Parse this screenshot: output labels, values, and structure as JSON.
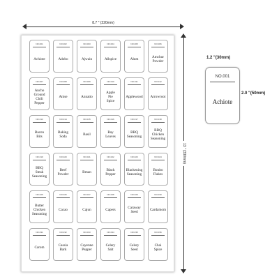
{
  "dimensions": {
    "sheet_width": "8.7 \" (220mm)",
    "sheet_height": "13 \" (330mm)",
    "label_width": "1.2 \"(30mm)",
    "label_height": "2.0 \"(50mm)"
  },
  "labels": [
    {
      "num": "NO.001",
      "name": "Achiote"
    },
    {
      "num": "NO.002",
      "name": "Adobo"
    },
    {
      "num": "NO.003",
      "name": "Ajwain"
    },
    {
      "num": "NO.004",
      "name": "Allspice"
    },
    {
      "num": "NO.005",
      "name": "Alum"
    },
    {
      "num": "NO.006",
      "name": "Amchur\nPowder"
    },
    {
      "num": "NO.007",
      "name": "Ancho\nGround\nChili\nPepper"
    },
    {
      "num": "NO.008",
      "name": "Anise"
    },
    {
      "num": "NO.009",
      "name": "Annatto"
    },
    {
      "num": "NO.010",
      "name": "Apple\nPie\nSpice"
    },
    {
      "num": "NO.011",
      "name": "Applewood"
    },
    {
      "num": "NO.012",
      "name": "Arrowroot"
    },
    {
      "num": "NO.013",
      "name": "Bacon\nBits"
    },
    {
      "num": "NO.014",
      "name": "Baking\nSoda"
    },
    {
      "num": "NO.015",
      "name": "Basil"
    },
    {
      "num": "NO.016",
      "name": "Bay\nLeaves"
    },
    {
      "num": "NO.017",
      "name": "BBQ\nSeasoning"
    },
    {
      "num": "NO.018",
      "name": "BBQ\nChicken\nSeasoning"
    },
    {
      "num": "NO.019",
      "name": "BBQ\nSteak\nSeasoning"
    },
    {
      "num": "NO.020",
      "name": "Beef\nPowder"
    },
    {
      "num": "NO.021",
      "name": "Besan"
    },
    {
      "num": "NO.022",
      "name": "Black\nPepper"
    },
    {
      "num": "NO.023",
      "name": "Blackening\nSeasoning"
    },
    {
      "num": "NO.024",
      "name": "Bonito\nFlakes"
    },
    {
      "num": "NO.025",
      "name": "Butter\nChicken\nSeasoning"
    },
    {
      "num": "NO.026",
      "name": "Cacao"
    },
    {
      "num": "NO.027",
      "name": "Cajun"
    },
    {
      "num": "NO.028",
      "name": "Capers"
    },
    {
      "num": "NO.029",
      "name": "Caraway\nSeed"
    },
    {
      "num": "NO.030",
      "name": "Cardamom"
    },
    {
      "num": "NO.031",
      "name": "Carom"
    },
    {
      "num": "NO.032",
      "name": "Cassia\nBark"
    },
    {
      "num": "NO.033",
      "name": "Cayenne\nPepper"
    },
    {
      "num": "NO.034",
      "name": "Celery\nSalt"
    },
    {
      "num": "NO.035",
      "name": "Celery\nSeed"
    },
    {
      "num": "NO.036",
      "name": "Chai\nSpice"
    }
  ],
  "sample": {
    "num": "NO.001",
    "name": "Achiote"
  }
}
